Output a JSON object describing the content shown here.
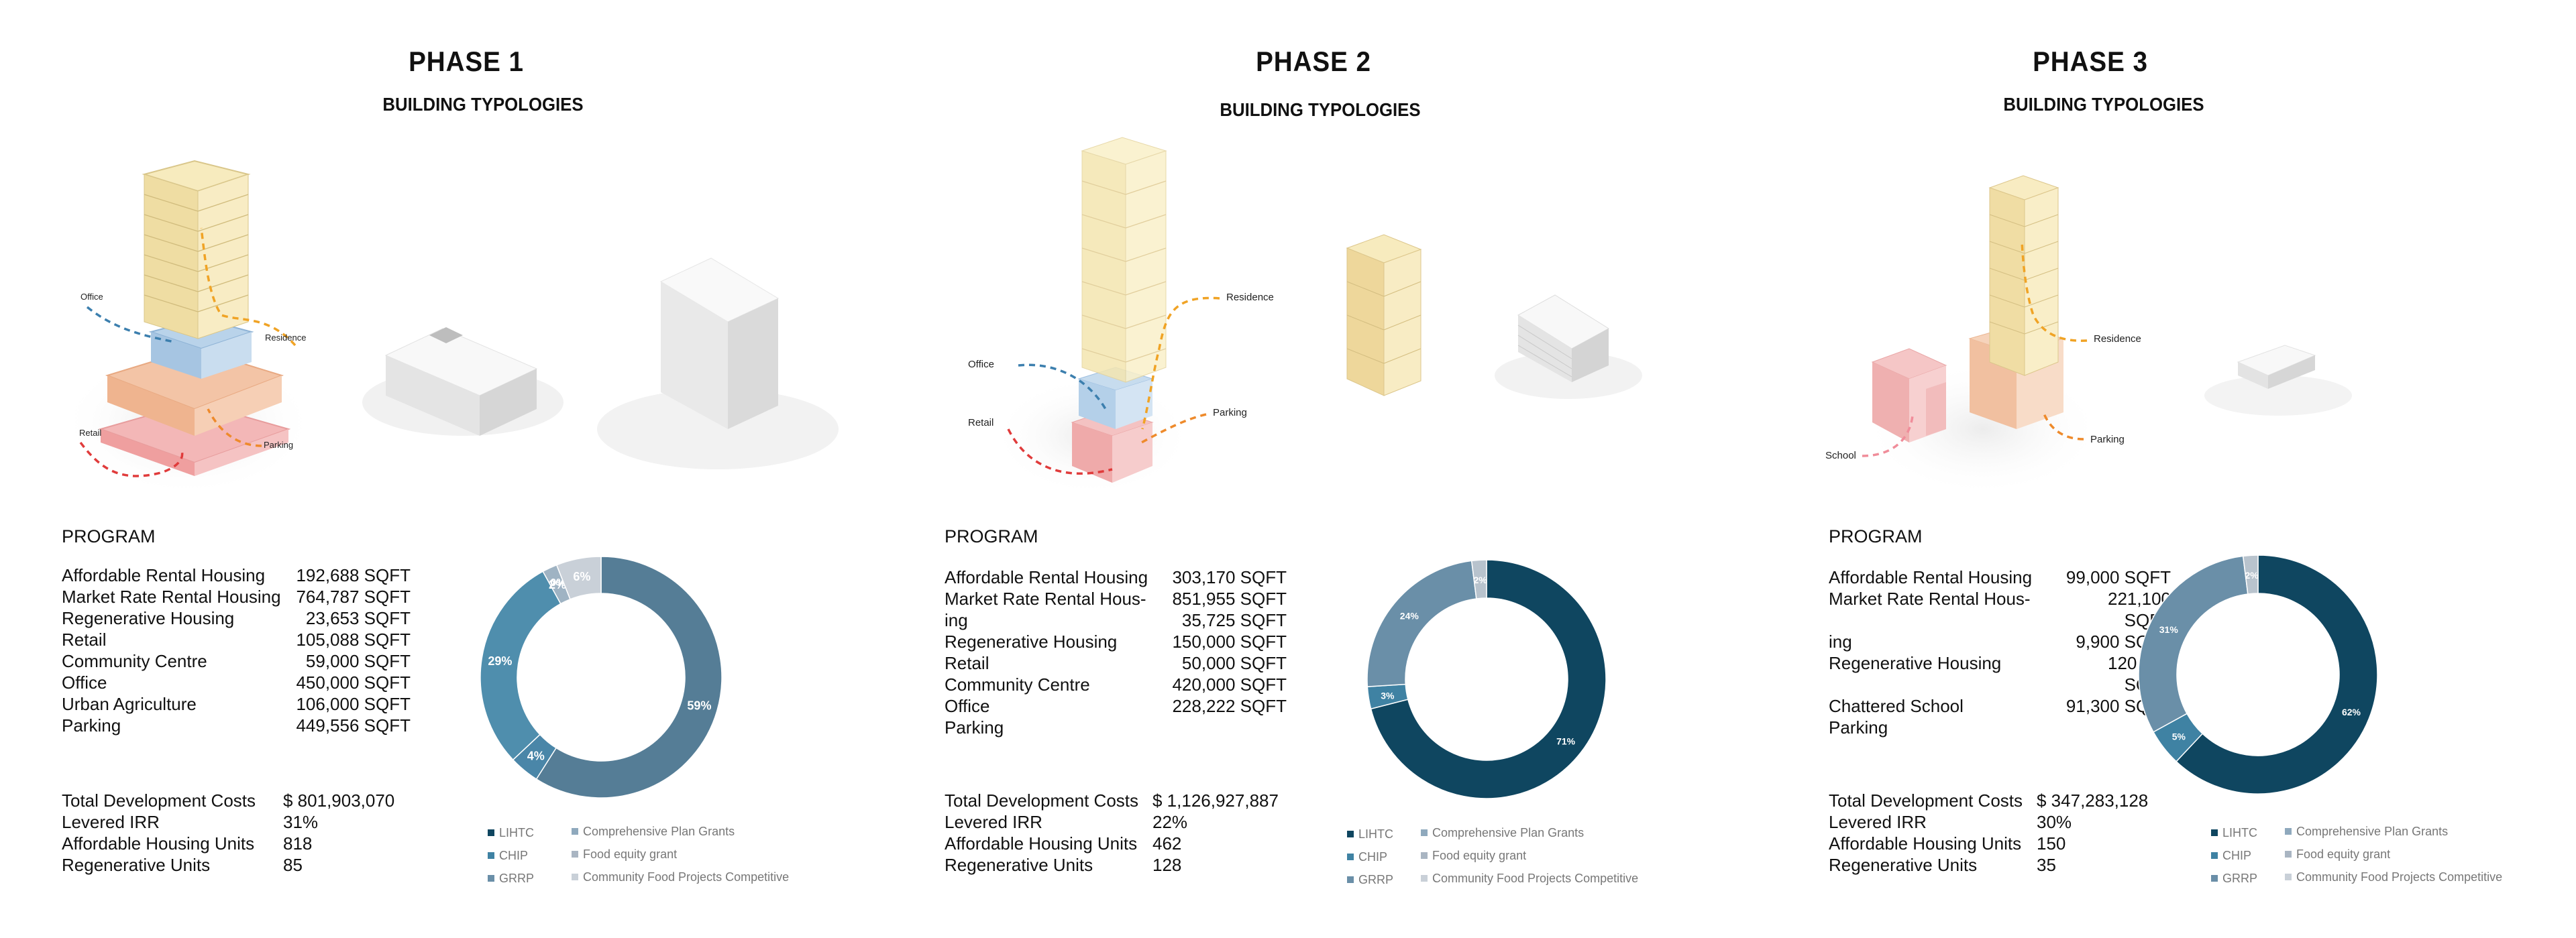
{
  "colors": {
    "lihtc": "#0f4660",
    "chip": "#3f82a3",
    "grrp": "#6a8fa8",
    "comprehensive": "#8fa9bd",
    "food_equity": "#a9b5c2",
    "community_food": "#c9d0d8",
    "phase1_main": "#557d96",
    "phase1_chip": "#4a86a8"
  },
  "phases": [
    {
      "title": "PHASE 1",
      "subtitle": "BUILDING TYPOLOGIES",
      "labels": [
        "Office",
        "Residence",
        "Retail",
        "Parking"
      ],
      "program_title": "PROGRAM",
      "program": [
        {
          "name": "Affordable Rental Housing",
          "value": "192,688 SQFT"
        },
        {
          "name": "Market Rate Rental Housing",
          "value": "764,787 SQFT"
        },
        {
          "name": "Regenerative Housing",
          "value": "23,653 SQFT"
        },
        {
          "name": "Retail",
          "value": "105,088 SQFT"
        },
        {
          "name": "Community Centre",
          "value": "59,000 SQFT"
        },
        {
          "name": "Office",
          "value": "450,000 SQFT"
        },
        {
          "name": "Urban Agriculture",
          "value": "106,000 SQFT"
        },
        {
          "name": "Parking",
          "value": "449,556 SQFT"
        }
      ],
      "summary": [
        {
          "name": "Total Development Costs",
          "value": "$ 801,903,070"
        },
        {
          "name": "Levered IRR",
          "value": "31%"
        },
        {
          "name": "Affordable Housing Units",
          "value": "818"
        },
        {
          "name": "Regenerative Units",
          "value": "85"
        }
      ]
    },
    {
      "title": "PHASE 2",
      "subtitle": "BUILDING TYPOLOGIES",
      "labels": [
        "Office",
        "Residence",
        "Retail",
        "Parking"
      ],
      "program_title": "PROGRAM",
      "program": [
        {
          "name": "Affordable Rental Housing",
          "value": "303,170 SQFT"
        },
        {
          "name": "Market Rate Rental Hous-",
          "value": "851,955 SQFT"
        },
        {
          "name": "ing",
          "value": "35,725 SQFT"
        },
        {
          "name": "Regenerative Housing",
          "value": "150,000 SQFT"
        },
        {
          "name": "Retail",
          "value": "50,000 SQFT"
        },
        {
          "name": "Community Centre",
          "value": "420,000 SQFT"
        },
        {
          "name": "Office",
          "value": "228,222 SQFT"
        },
        {
          "name": "Parking",
          "value": ""
        }
      ],
      "summary": [
        {
          "name": "Total Development Costs",
          "value": "$ 1,126,927,887"
        },
        {
          "name": "Levered IRR",
          "value": "22%"
        },
        {
          "name": "Affordable Housing Units",
          "value": "462"
        },
        {
          "name": "Regenerative Units",
          "value": "128"
        }
      ]
    },
    {
      "title": "PHASE 3",
      "subtitle": "BUILDING TYPOLOGIES",
      "labels": [
        "School",
        "Residence",
        "Parking"
      ],
      "program_title": "PROGRAM",
      "program": [
        {
          "name": "Affordable Rental Housing",
          "value": "99,000 SQFT"
        },
        {
          "name": "Market Rate Rental Hous-",
          "value": "221,100 SQFT"
        },
        {
          "name": "ing",
          "value": "9,900 SQFT"
        },
        {
          "name": "Regenerative Housing",
          "value": "120,000 SQFT"
        },
        {
          "name": "Chattered School",
          "value": "91,300 SQFT"
        },
        {
          "name": "Parking",
          "value": ""
        }
      ],
      "summary": [
        {
          "name": "Total Development Costs",
          "value": "$ 347,283,128"
        },
        {
          "name": "Levered IRR",
          "value": "30%"
        },
        {
          "name": "Affordable Housing Units",
          "value": "150"
        },
        {
          "name": "Regenerative Units",
          "value": "35"
        }
      ]
    }
  ],
  "chart_data": [
    {
      "type": "pie",
      "categories": [
        "LIHTC",
        "CHIP",
        "GRRP",
        "Comprehensive Plan Grants",
        "Food equity grant",
        "Community Food Projects Competitive"
      ],
      "values": [
        59,
        4,
        29,
        2,
        0,
        6
      ],
      "data_labels": [
        "59%",
        "4%",
        "29%",
        "2%",
        "0%",
        "6%"
      ],
      "legend": [
        "LIHTC",
        "CHIP",
        "GRRP",
        "Comprehensive Plan Grants",
        "Food equity grant",
        "Community Food Projects Competitive"
      ]
    },
    {
      "type": "pie",
      "categories": [
        "LIHTC",
        "CHIP",
        "GRRP",
        "Comprehensive Plan Grants",
        "Food equity grant",
        "Community Food Projects Competitive"
      ],
      "values": [
        71,
        3,
        24,
        2,
        0,
        0
      ],
      "data_labels": [
        "71%",
        "3%",
        "24%",
        "2%",
        "",
        ""
      ],
      "legend": [
        "LIHTC",
        "CHIP",
        "GRRP",
        "Comprehensive Plan Grants",
        "Food equity grant",
        "Community Food Projects Competitive"
      ]
    },
    {
      "type": "pie",
      "categories": [
        "LIHTC",
        "CHIP",
        "GRRP",
        "Comprehensive Plan Grants",
        "Food equity grant",
        "Community Food Projects Competitive"
      ],
      "values": [
        62,
        5,
        31,
        2,
        0,
        0
      ],
      "data_labels": [
        "62%",
        "5%",
        "31%",
        "2%",
        "",
        ""
      ],
      "legend": [
        "LIHTC",
        "CHIP",
        "GRRP",
        "Comprehensive Plan Grants",
        "Food equity grant",
        "Community Food Projects Competitive"
      ]
    }
  ]
}
